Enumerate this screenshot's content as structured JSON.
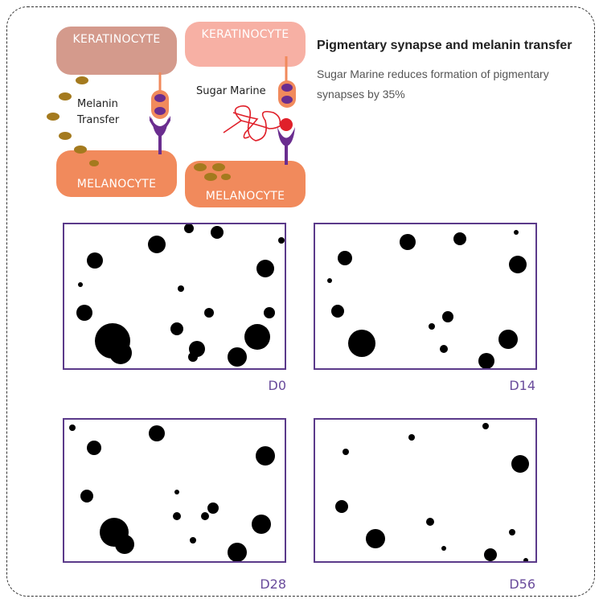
{
  "diagram": {
    "left": {
      "keratinocyte": "KERATINOCYTE",
      "melanocyte": "MELANOCYTE",
      "label": "Melanin Transfer"
    },
    "right": {
      "keratinocyte": "KERATINOCYTE",
      "melanocyte": "MELANOCYTE",
      "label": "Sugar Marine"
    }
  },
  "heading": {
    "title": "Pigmentary synapse and melanin transfer",
    "subtitle": "Sugar Marine reduces formation of pigmentary synapses by 35%"
  },
  "panels": [
    {
      "label": "D0"
    },
    {
      "label": "D14"
    },
    {
      "label": "D28"
    },
    {
      "label": "D56"
    }
  ],
  "colors": {
    "keratinocyte_left": "#d49a8c",
    "keratinocyte_right": "#f7b0a4",
    "melanocyte": "#f18a5c",
    "melanin": "#a47a1e",
    "receptor": "#6a2d8f",
    "sugar": "#e0202a",
    "frame": "#5b3a8a"
  }
}
